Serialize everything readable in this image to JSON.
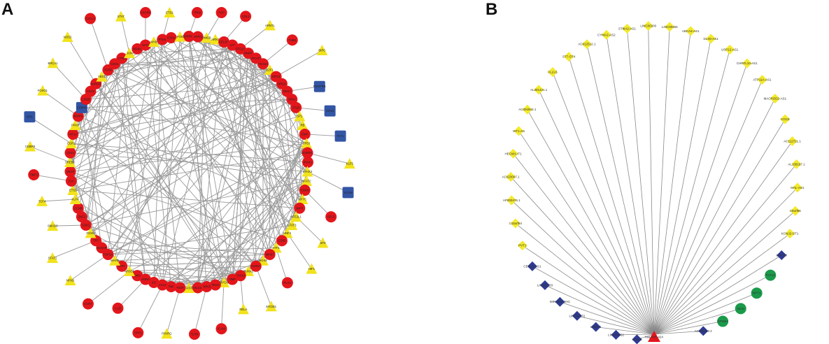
{
  "panels": {
    "a": {
      "label": "A"
    },
    "b": {
      "label": "B"
    }
  },
  "colors": {
    "gene_red": "#e3161b",
    "tf_yellow": "#f2e21b",
    "square_blue": "#3355a5",
    "edge_gray": "#9a9a9a",
    "diamond_yellow": "#f4ea2c",
    "diamond_blue": "#2e3a93",
    "circle_green": "#1a9a4a",
    "hub_red": "#e3161b"
  },
  "panel_a": {
    "ring_nodes": [
      {
        "t": "circle",
        "label": "SERPINA"
      },
      {
        "t": "circle",
        "label": "GPR1"
      },
      {
        "t": "tri",
        "label": "HMGB"
      },
      {
        "t": "tri",
        "label": "ARNT"
      },
      {
        "t": "circle",
        "label": "CELSR"
      },
      {
        "t": "circle",
        "label": "LTF"
      },
      {
        "t": "circle",
        "label": "PTGS2"
      },
      {
        "t": "circle",
        "label": "NNMT"
      },
      {
        "t": "circle",
        "label": "LPCAT1"
      },
      {
        "t": "circle",
        "label": "TEAD3"
      },
      {
        "t": "tri",
        "label": "E2F1"
      },
      {
        "t": "circle",
        "label": "GPC3"
      },
      {
        "t": "circle",
        "label": "NRG4"
      },
      {
        "t": "circle",
        "label": "DKK1"
      },
      {
        "t": "circle",
        "label": "GRIA"
      },
      {
        "t": "circle",
        "label": "ITGB"
      },
      {
        "t": "tri",
        "label": "SP1"
      },
      {
        "t": "tri",
        "label": "RB"
      },
      {
        "t": "circle",
        "label": "EMP"
      },
      {
        "t": "tri",
        "label": "TP53"
      },
      {
        "t": "circle",
        "label": "ESRRA"
      },
      {
        "t": "circle",
        "label": "IRAK1"
      },
      {
        "t": "tri",
        "label": "ZFHX3"
      },
      {
        "t": "tri",
        "label": "NFATC"
      },
      {
        "t": "circle",
        "label": "CDKN"
      },
      {
        "t": "tri",
        "label": "NFYC"
      },
      {
        "t": "circle",
        "label": "IMP3"
      },
      {
        "t": "tri",
        "label": "NFE2L1"
      },
      {
        "t": "tri",
        "label": "STAT3"
      },
      {
        "t": "tri",
        "label": "HNF4"
      },
      {
        "t": "circle",
        "label": "CD82"
      },
      {
        "t": "tri",
        "label": "ATF1"
      },
      {
        "t": "circle",
        "label": "MKI67"
      },
      {
        "t": "tri",
        "label": "SOX9"
      },
      {
        "t": "circle",
        "label": "AURKA"
      },
      {
        "t": "tri",
        "label": "RUNX1"
      },
      {
        "t": "circle",
        "label": "CXCL8"
      },
      {
        "t": "circle",
        "label": "TIMP"
      },
      {
        "t": "tri",
        "label": "MYCN"
      },
      {
        "t": "circle",
        "label": "DDX3"
      },
      {
        "t": "circle",
        "label": "BIRC5"
      },
      {
        "t": "circle",
        "label": "SLC2"
      },
      {
        "t": "tri",
        "label": "GATA2"
      },
      {
        "t": "circle",
        "label": "PDGF"
      },
      {
        "t": "circle",
        "label": "TNF"
      },
      {
        "t": "circle",
        "label": "CCL2"
      },
      {
        "t": "circle",
        "label": "IL6"
      },
      {
        "t": "circle",
        "label": "RORA"
      },
      {
        "t": "circle",
        "label": "LMO"
      },
      {
        "t": "tri",
        "label": "NR3C1"
      },
      {
        "t": "circle",
        "label": "SIRT"
      },
      {
        "t": "tri",
        "label": "MAFB"
      },
      {
        "t": "circle",
        "label": "TOP2A"
      },
      {
        "t": "circle",
        "label": "NUSAP"
      },
      {
        "t": "circle",
        "label": "TFF"
      },
      {
        "t": "tri",
        "label": "FOXM"
      },
      {
        "t": "circle",
        "label": "CDK1"
      },
      {
        "t": "circle",
        "label": "ZNF2"
      },
      {
        "t": "circle",
        "label": "CCNB"
      },
      {
        "t": "tri",
        "label": "KLF4"
      },
      {
        "t": "tri",
        "label": "ETS1"
      },
      {
        "t": "circle",
        "label": "ELK"
      },
      {
        "t": "circle",
        "label": "VEGF"
      },
      {
        "t": "tri",
        "label": "SREBF"
      },
      {
        "t": "circle",
        "label": "CD44"
      },
      {
        "t": "tri",
        "label": "EGR1"
      },
      {
        "t": "circle",
        "label": "HIF1A"
      },
      {
        "t": "tri",
        "label": "PPAR"
      },
      {
        "t": "circle",
        "label": "MMP9"
      },
      {
        "t": "square",
        "label": "CEBPB"
      },
      {
        "t": "circle",
        "label": "LIN28"
      },
      {
        "t": "circle",
        "label": "SOX2"
      },
      {
        "t": "circle",
        "label": "NANOG"
      },
      {
        "t": "tri",
        "label": "YBX1"
      },
      {
        "t": "circle",
        "label": "TGFB"
      },
      {
        "t": "circle",
        "label": "CDH1"
      },
      {
        "t": "circle",
        "label": "CTNN"
      },
      {
        "t": "tri",
        "label": "JUN"
      },
      {
        "t": "circle",
        "label": "MDM2"
      },
      {
        "t": "circle",
        "label": "AKT1"
      },
      {
        "t": "tri",
        "label": "MYB"
      },
      {
        "t": "circle",
        "label": "PTEN"
      },
      {
        "t": "circle",
        "label": "EZH2"
      },
      {
        "t": "tri",
        "label": "FOS"
      }
    ],
    "outer_nodes": [
      {
        "t": "circle",
        "label": "TRIM"
      },
      {
        "t": "circle",
        "label": "FGF"
      },
      {
        "t": "circle",
        "label": "COL1"
      },
      {
        "t": "tri",
        "label": "ARNTL"
      },
      {
        "t": "circle",
        "label": "THBS"
      },
      {
        "t": "tri",
        "label": "BIRC"
      },
      {
        "t": "square",
        "label": "PDGFRB"
      },
      {
        "t": "square",
        "label": "CD34"
      },
      {
        "t": "square",
        "label": "FLT1"
      },
      {
        "t": "tri",
        "label": "KLF5"
      },
      {
        "t": "square",
        "label": "VCAM"
      },
      {
        "t": "circle",
        "label": "SELE"
      },
      {
        "t": "tri",
        "label": "SP3"
      },
      {
        "t": "tri",
        "label": "HIF1"
      },
      {
        "t": "circle",
        "label": "PLAU"
      },
      {
        "t": "tri",
        "label": "MYOD1"
      },
      {
        "t": "tri",
        "label": "RELA"
      },
      {
        "t": "circle",
        "label": "ICAM"
      },
      {
        "t": "circle",
        "label": "TLR4"
      },
      {
        "t": "tri",
        "label": "PPARG"
      },
      {
        "t": "circle",
        "label": "SPP1"
      },
      {
        "t": "circle",
        "label": "IL1B"
      },
      {
        "t": "circle",
        "label": "CCR7"
      },
      {
        "t": "tri",
        "label": "NFKB"
      },
      {
        "t": "tri",
        "label": "STAT1"
      },
      {
        "t": "tri",
        "label": "SMAD3"
      },
      {
        "t": "tri",
        "label": "TCF4"
      },
      {
        "t": "circle",
        "label": "TIMP1"
      },
      {
        "t": "tri",
        "label": "CEBPB"
      },
      {
        "t": "square",
        "label": "SPI1"
      },
      {
        "t": "tri",
        "label": "FOXO1"
      },
      {
        "t": "tri",
        "label": "BRCA1"
      },
      {
        "t": "tri",
        "label": "NOS2"
      },
      {
        "t": "circle",
        "label": "CXCL1"
      },
      {
        "t": "tri",
        "label": "STAT"
      },
      {
        "t": "circle",
        "label": "CXCR4"
      },
      {
        "t": "tri",
        "label": "ETS2"
      }
    ]
  },
  "panel_b": {
    "hub_label": "hsa-miR-424",
    "satellites": [
      {
        "t": "diamond",
        "c": "blue",
        "label": "AC005"
      },
      {
        "t": "diamond",
        "c": "blue",
        "label": "LINC00452"
      },
      {
        "t": "diamond",
        "c": "blue",
        "label": "LINC01"
      },
      {
        "t": "diamond",
        "c": "blue",
        "label": "LINC00472"
      },
      {
        "t": "diamond",
        "c": "blue",
        "label": "MIR4435-2HG"
      },
      {
        "t": "diamond",
        "c": "blue",
        "label": "LINC01133"
      },
      {
        "t": "diamond",
        "c": "blue",
        "label": "CERS6-AS1"
      },
      {
        "t": "diamond",
        "c": "yellow",
        "label": "PVT1"
      },
      {
        "t": "diamond",
        "c": "yellow",
        "label": "C15orf54"
      },
      {
        "t": "diamond",
        "c": "yellow",
        "label": "AP000476.1"
      },
      {
        "t": "diamond",
        "c": "yellow",
        "label": "AC023067.1"
      },
      {
        "t": "diamond",
        "c": "yellow",
        "label": "HECW1-IT1"
      },
      {
        "t": "diamond",
        "c": "yellow",
        "label": "WT1-AS"
      },
      {
        "t": "diamond",
        "c": "yellow",
        "label": "AC004943.1"
      },
      {
        "t": "diamond",
        "c": "yellow",
        "label": "AL391421.1"
      },
      {
        "t": "diamond",
        "c": "yellow",
        "label": "CLLU1"
      },
      {
        "t": "diamond",
        "c": "yellow",
        "label": "ST7-OT4"
      },
      {
        "t": "diamond",
        "c": "yellow",
        "label": "AC012512.1"
      },
      {
        "t": "diamond",
        "c": "yellow",
        "label": "CYMA2-AS2"
      },
      {
        "t": "diamond",
        "c": "yellow",
        "label": "ST8IA2-AS1"
      },
      {
        "t": "diamond",
        "c": "yellow",
        "label": "LINC00200"
      },
      {
        "t": "diamond",
        "c": "yellow",
        "label": "LINC00456"
      },
      {
        "t": "diamond",
        "c": "yellow",
        "label": "ABCA4-AS1"
      },
      {
        "t": "diamond",
        "c": "yellow",
        "label": "DLX6-AS1"
      },
      {
        "t": "diamond",
        "c": "yellow",
        "label": "USP12-AS1"
      },
      {
        "t": "diamond",
        "c": "yellow",
        "label": "CHRFL10-AS1"
      },
      {
        "t": "diamond",
        "c": "yellow",
        "label": "ATP11A-AS1"
      },
      {
        "t": "diamond",
        "c": "yellow",
        "label": "MACROD2-AS1"
      },
      {
        "t": "diamond",
        "c": "yellow",
        "label": "CGC8"
      },
      {
        "t": "diamond",
        "c": "yellow",
        "label": "AC112721.1"
      },
      {
        "t": "diamond",
        "c": "yellow",
        "label": "AL158167.1"
      },
      {
        "t": "diamond",
        "c": "yellow",
        "label": "MAL-AS1"
      },
      {
        "t": "diamond",
        "c": "yellow",
        "label": "C5orf66"
      },
      {
        "t": "diamond",
        "c": "yellow",
        "label": "KCNJ2-OT1"
      },
      {
        "t": "diamond",
        "c": "blue",
        "label": "LINC00"
      },
      {
        "t": "circle",
        "c": "green",
        "label": "TCF21"
      },
      {
        "t": "circle",
        "c": "green",
        "label": "NPY1"
      },
      {
        "t": "circle",
        "c": "green",
        "label": "DCN"
      },
      {
        "t": "circle",
        "c": "green",
        "label": "GPM6A"
      },
      {
        "t": "diamond",
        "c": "blue",
        "label": "AC009063.2"
      }
    ]
  }
}
